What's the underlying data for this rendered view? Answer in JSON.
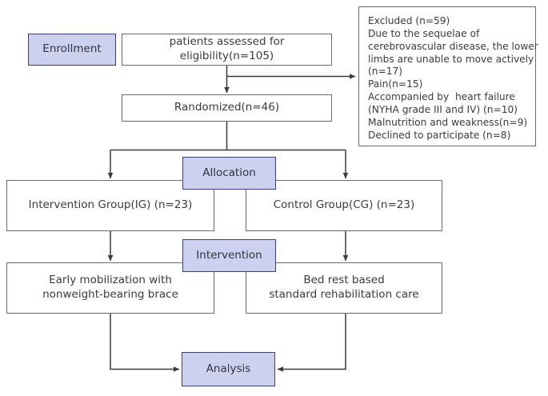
{
  "diagram": {
    "type": "consort-flow-diagram",
    "colors": {
      "phase_fill": "#ccd1ef",
      "phase_border": "#3a4170",
      "box_border": "#6b6b6b",
      "box_fill": "#ffffff",
      "text": "#3b3b3b",
      "arrow": "#3b3b3b"
    }
  },
  "phases": {
    "enrollment": "Enrollment",
    "allocation": "Allocation",
    "intervention": "Intervention",
    "analysis": "Analysis"
  },
  "nodes": {
    "eligibility": "patients assessed for eligibility(n=105)",
    "randomized": "Randomized(n=46)",
    "intervention_group": "Intervention Group(IG)  (n=23)",
    "control_group": "Control Group(CG)  (n=23)",
    "intervention_detail": {
      "line1": "Early mobilization with",
      "line2": "nonweight-bearing brace"
    },
    "control_detail": {
      "line1": "Bed rest based",
      "line2": "standard rehabilitation care"
    }
  },
  "excluded": {
    "lines": [
      "Excluded (n=59)",
      "Due to the sequelae of",
      "cerebrovascular disease, the lower",
      "limbs are unable to move actively",
      "(n=17)",
      "Pain(n=15)",
      "Accompanied by  heart failure",
      "(NYHA grade III and IV) (n=10)",
      "Malnutrition and weakness(n=9)",
      "Declined to participate (n=8)"
    ]
  }
}
